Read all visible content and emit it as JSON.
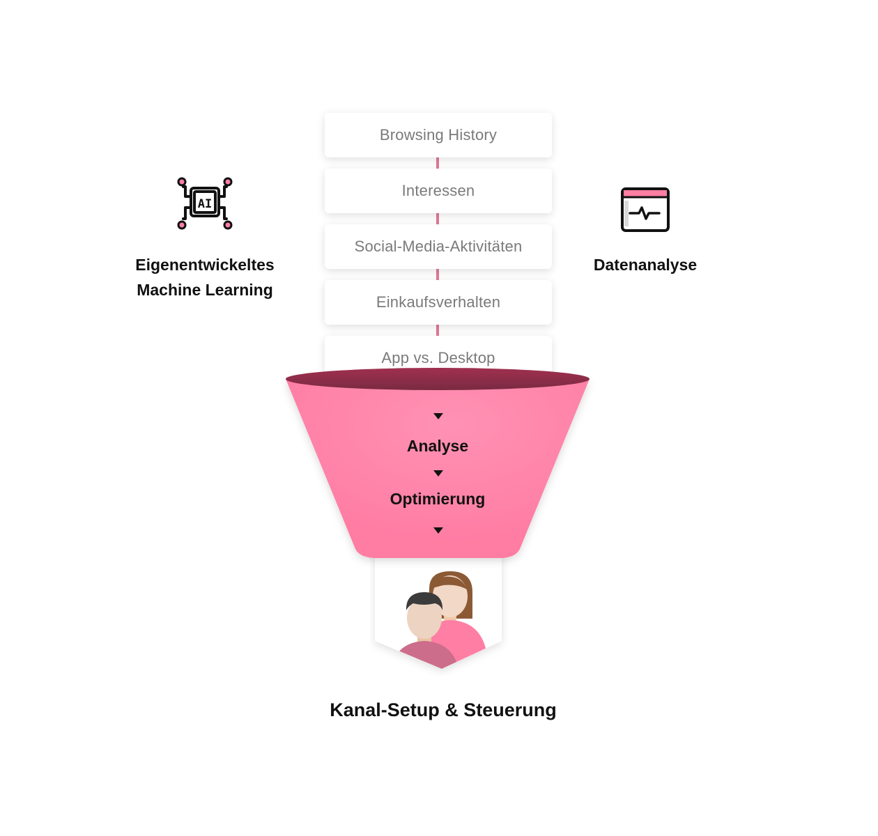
{
  "sources": {
    "items": [
      {
        "label": "Browsing History"
      },
      {
        "label": "Interessen"
      },
      {
        "label": "Social-Media-Aktivitäten"
      },
      {
        "label": "Einkaufsverhalten"
      },
      {
        "label": "App vs. Desktop"
      }
    ]
  },
  "left_feature": {
    "line1": "Eigenentwickeltes",
    "line2": "Machine Learning",
    "icon": "ai-chip-icon",
    "icon_text": "AI"
  },
  "right_feature": {
    "label": "Datenanalyse",
    "icon": "monitor-pulse-icon"
  },
  "funnel": {
    "step1": "Analyse",
    "step2": "Optimierung",
    "color": "#ff7ea4"
  },
  "result": {
    "title": "Kanal-Setup & Steuerung",
    "icon": "audience-icon"
  },
  "colors": {
    "accent": "#ff7ea4",
    "connector": "#e07a98",
    "dark": "#111111"
  }
}
